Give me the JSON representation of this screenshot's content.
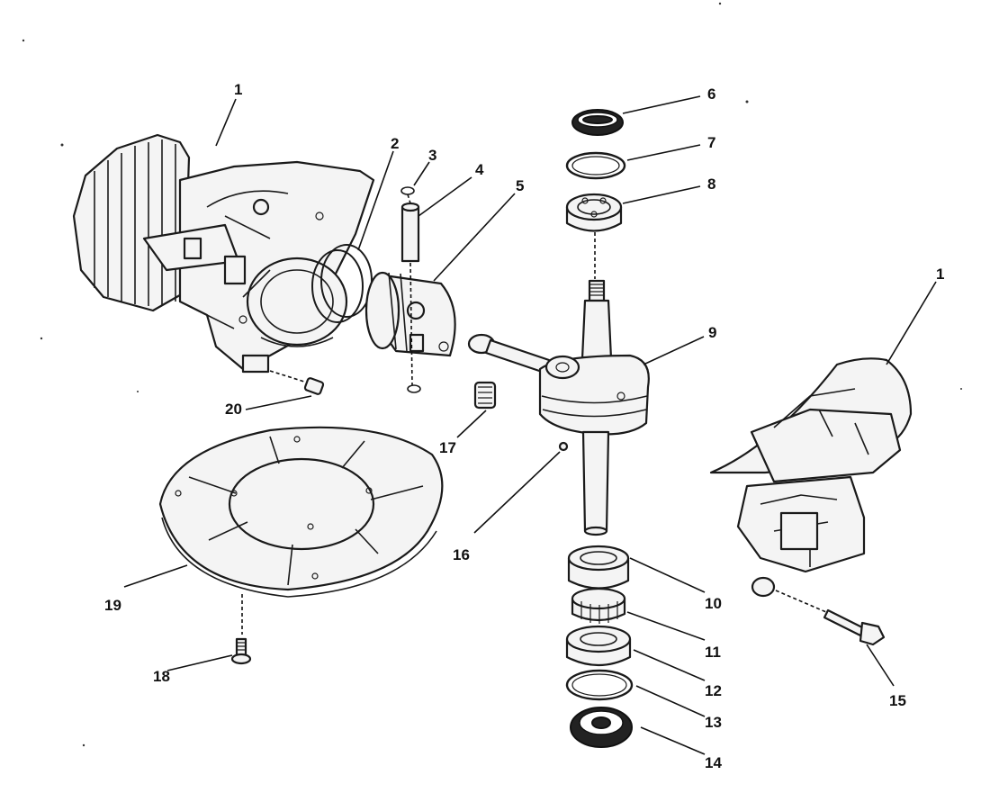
{
  "callouts": [
    {
      "id": "c1a",
      "label": "1"
    },
    {
      "id": "c1b",
      "label": "1"
    },
    {
      "id": "c2",
      "label": "2"
    },
    {
      "id": "c3",
      "label": "3"
    },
    {
      "id": "c4",
      "label": "4"
    },
    {
      "id": "c5",
      "label": "5"
    },
    {
      "id": "c6",
      "label": "6"
    },
    {
      "id": "c7",
      "label": "7"
    },
    {
      "id": "c8",
      "label": "8"
    },
    {
      "id": "c9",
      "label": "9"
    },
    {
      "id": "c10",
      "label": "10"
    },
    {
      "id": "c11",
      "label": "11"
    },
    {
      "id": "c12",
      "label": "12"
    },
    {
      "id": "c13",
      "label": "13"
    },
    {
      "id": "c14",
      "label": "14"
    },
    {
      "id": "c15",
      "label": "15"
    },
    {
      "id": "c16",
      "label": "16"
    },
    {
      "id": "c17",
      "label": "17"
    },
    {
      "id": "c18",
      "label": "18"
    },
    {
      "id": "c19",
      "label": "19"
    },
    {
      "id": "c20",
      "label": "20"
    }
  ]
}
